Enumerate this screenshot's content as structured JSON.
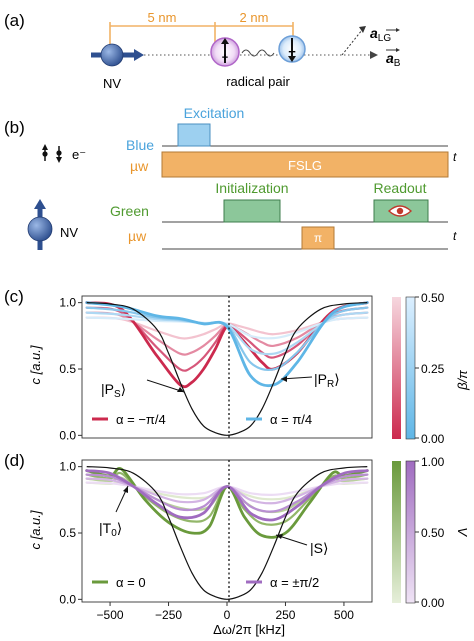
{
  "panel_a": {
    "label": "(a)",
    "dist1": "5 nm",
    "dist2": "2 nm",
    "nv_label": "NV",
    "radical_label": "radical pair",
    "plus_sign": "+",
    "minus_sign": "−",
    "vec_lg_main": "a",
    "vec_lg_sub": "LG",
    "vec_b_main": "a",
    "vec_b_sub": "B"
  },
  "panel_b": {
    "label": "(b)",
    "electron_label": "e⁻",
    "blue_label": "Blue",
    "mw_label1": "µw",
    "excitation_label": "Excitation",
    "fslg_label": "FSLG",
    "t_label1": "t",
    "nv_label": "NV",
    "green_label": "Green",
    "mw_label2": "µw",
    "initialization_label": "Initialization",
    "readout_label": "Readout",
    "pi_label": "π",
    "t_label2": "t"
  },
  "colors": {
    "red": "#cc2a4e",
    "blue": "#5fb6e6",
    "green": "#6a9a3c",
    "purple": "#a06cc0",
    "orange": "#f2b266",
    "excitation_fill": "#9dd0f0",
    "green_fill": "#8cc79a"
  },
  "chart_data": [
    {
      "panel_label": "(c)",
      "type": "line",
      "ylabel": "c [a.u.]",
      "xlim": [
        -620,
        620
      ],
      "ylim": [
        -0.02,
        1.05
      ],
      "yticks": [
        "0.0",
        "0.5",
        "1.0"
      ],
      "annotations": [
        "|P",
        "S",
        "⟩",
        "|P",
        "R",
        "⟩"
      ],
      "legend": [
        "α = −π/4",
        "α = π/4"
      ],
      "colorbar": {
        "label": "β/π",
        "ticks": [
          "0.00",
          "0.25",
          "0.50"
        ]
      },
      "series": [
        {
          "x": [
            -600,
            -500,
            -400,
            -300,
            -250,
            -200,
            -150,
            -100,
            -50,
            0,
            50,
            100,
            150,
            200,
            250,
            300,
            400,
            500,
            600
          ],
          "y": [
            1.0,
            0.99,
            0.95,
            0.8,
            0.62,
            0.4,
            0.2,
            0.07,
            0.02,
            0.0,
            0.02,
            0.07,
            0.2,
            0.4,
            0.62,
            0.8,
            0.95,
            0.99,
            1.0
          ]
        },
        {
          "x": [
            -600,
            -450,
            -300,
            -200,
            -150,
            -100,
            -50,
            0,
            50,
            100,
            150,
            200,
            300,
            450,
            600
          ],
          "y": [
            1.0,
            0.95,
            0.6,
            0.38,
            0.4,
            0.5,
            0.65,
            0.82,
            0.75,
            0.65,
            0.55,
            0.5,
            0.62,
            0.93,
            1.0
          ]
        },
        {
          "x": [
            -600,
            -450,
            -300,
            -200,
            -100,
            0,
            100,
            200,
            300,
            450,
            600
          ],
          "y": [
            1.0,
            0.97,
            0.9,
            0.88,
            0.84,
            0.82,
            0.45,
            0.38,
            0.55,
            0.92,
            1.0
          ]
        }
      ]
    },
    {
      "panel_label": "(d)",
      "type": "line",
      "xlabel": "Δω/2π [kHz]",
      "ylabel": "c [a.u.]",
      "xlim": [
        -620,
        620
      ],
      "ylim": [
        -0.02,
        1.05
      ],
      "xticks": [
        "−500",
        "−250",
        "0",
        "250",
        "500"
      ],
      "yticks": [
        "0.0",
        "0.5",
        "1.0"
      ],
      "annotations": [
        "|T",
        "0",
        "⟩",
        "|S⟩"
      ],
      "legend": [
        "α = 0",
        "α = ±π/2"
      ],
      "colorbar": {
        "label": "Λ",
        "ticks": [
          "0.00",
          "0.50",
          "1.00"
        ]
      },
      "series": [
        {
          "x": [
            -600,
            -500,
            -400,
            -300,
            -250,
            -200,
            -150,
            -100,
            -50,
            0,
            50,
            100,
            150,
            200,
            250,
            300,
            400,
            500,
            600
          ],
          "y": [
            1.0,
            0.99,
            0.95,
            0.8,
            0.62,
            0.4,
            0.2,
            0.07,
            0.02,
            0.0,
            0.02,
            0.07,
            0.2,
            0.4,
            0.62,
            0.8,
            0.95,
            0.99,
            1.0
          ]
        },
        {
          "x": [
            -600,
            -500,
            -450,
            -350,
            -250,
            -150,
            -75,
            0,
            75,
            150,
            250,
            350,
            450,
            500,
            600
          ],
          "y": [
            0.97,
            0.93,
            0.98,
            0.75,
            0.58,
            0.5,
            0.55,
            0.85,
            0.62,
            0.48,
            0.5,
            0.72,
            0.95,
            0.93,
            0.97
          ]
        },
        {
          "x": [
            -600,
            -500,
            -400,
            -300,
            -200,
            -100,
            0,
            100,
            200,
            300,
            400,
            500,
            600
          ],
          "y": [
            0.97,
            0.95,
            0.85,
            0.72,
            0.62,
            0.65,
            0.85,
            0.65,
            0.6,
            0.7,
            0.85,
            0.95,
            0.97
          ]
        }
      ]
    }
  ]
}
